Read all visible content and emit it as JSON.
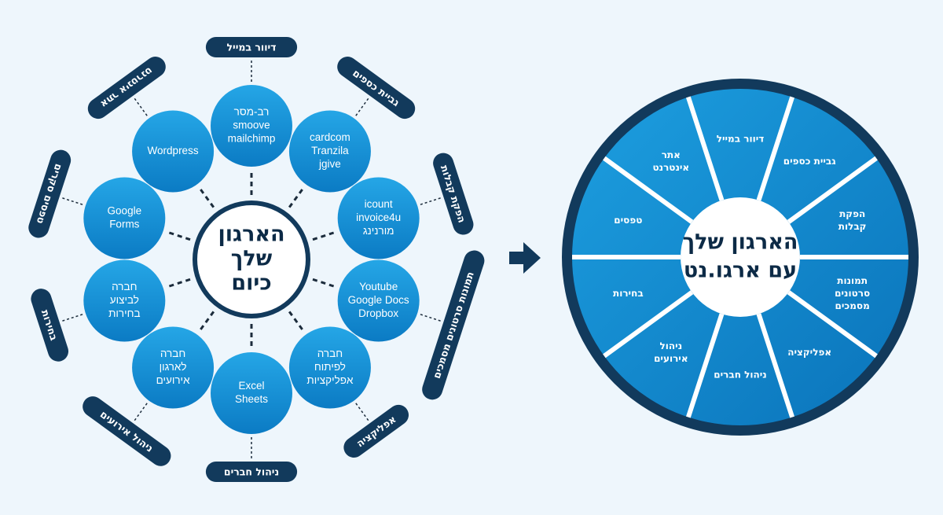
{
  "colors": {
    "background": "#eef6fc",
    "navy": "#123a5c",
    "bubble_light": "#1fa0e2",
    "bubble_dark": "#0a76bf",
    "connector": "#1c2c3c",
    "white": "#ffffff"
  },
  "left_diagram": {
    "center_lines": [
      "הארגון",
      "שלך",
      "כיום"
    ],
    "spokes": [
      {
        "pill": "דיוור במייל",
        "bubble": [
          "רב-מסר",
          "smoove",
          "mailchimp"
        ]
      },
      {
        "pill": "גביית כספים",
        "bubble": [
          "cardcom",
          "Tranzila",
          "jgive"
        ]
      },
      {
        "pill": "הפקת קבלות",
        "bubble": [
          "icount",
          "invoice4u",
          "מורנינג"
        ]
      },
      {
        "pill": "תמונות סרטונים מסמכים",
        "bubble": [
          "Youtube",
          "Google Docs",
          "Dropbox"
        ]
      },
      {
        "pill": "אפליקציה",
        "bubble": [
          "חברה",
          "לפיתוח",
          "אפליקציות"
        ]
      },
      {
        "pill": "ניהול חברים",
        "bubble": [
          "Excel",
          "Sheets"
        ]
      },
      {
        "pill": "ניהול אירועים",
        "bubble": [
          "חברה",
          "לארגון",
          "אירועים"
        ]
      },
      {
        "pill": "בחירות",
        "bubble": [
          "חברה",
          "לביצוע",
          "בחירות"
        ]
      },
      {
        "pill": "טפסים סקרים",
        "bubble": [
          "Google",
          "Forms"
        ]
      },
      {
        "pill": "אתר אינטרנט",
        "bubble": [
          "Wordpress"
        ]
      }
    ]
  },
  "arrow_icon": "right-arrow-icon",
  "right_wheel": {
    "center_lines": [
      "הארגון שלך",
      "עם ארגו.נט"
    ],
    "segments": [
      {
        "lines": [
          "דיוור במייל"
        ]
      },
      {
        "lines": [
          "גביית כספים"
        ]
      },
      {
        "lines": [
          "הפקת",
          "קבלות"
        ]
      },
      {
        "lines": [
          "תמונות",
          "סרטונים",
          "מסמכים"
        ]
      },
      {
        "lines": [
          "אפליקציה"
        ]
      },
      {
        "lines": [
          "ניהול חברים"
        ]
      },
      {
        "lines": [
          "ניהול",
          "אירועים"
        ]
      },
      {
        "lines": [
          "בחירות"
        ]
      },
      {
        "lines": [
          "טפסים"
        ]
      },
      {
        "lines": [
          "אתר",
          "אינטרנט"
        ]
      }
    ]
  }
}
